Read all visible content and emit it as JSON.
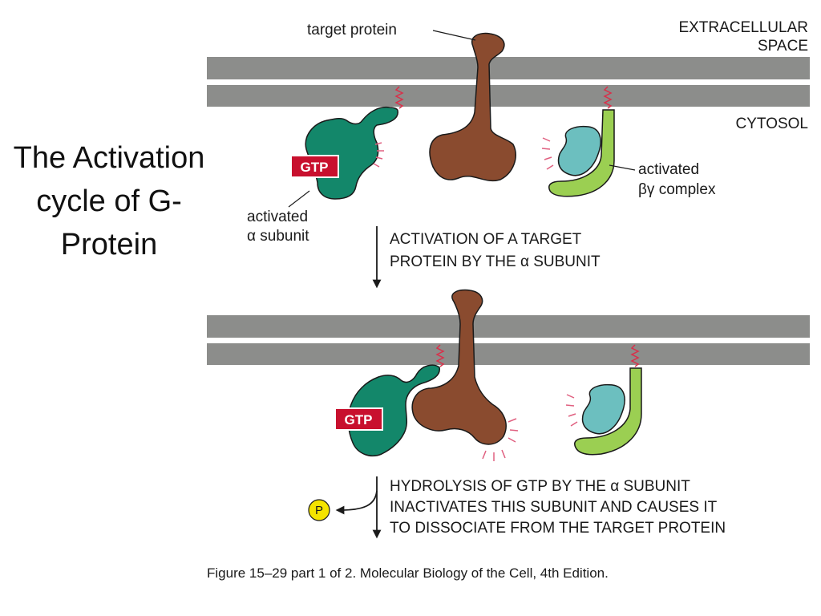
{
  "slide": {
    "title_lines": [
      "The Activation",
      "cycle of G-",
      "Protein"
    ]
  },
  "regions": {
    "extracellular_line1": "EXTRACELLULAR",
    "extracellular_line2": "SPACE",
    "cytosol": "CYTOSOL"
  },
  "labels": {
    "target_protein": "target protein",
    "alpha_subunit_line1": "activated",
    "alpha_subunit_line2": "α subunit",
    "beta_gamma_line1": "activated",
    "beta_gamma_line2": "βγ complex",
    "gtp": "GTP",
    "phosphate": "P"
  },
  "steps": {
    "step1_line1": "ACTIVATION OF A TARGET",
    "step1_line2": "PROTEIN BY THE α SUBUNIT",
    "step2_line1": "HYDROLYSIS OF GTP BY THE α SUBUNIT",
    "step2_line2": "INACTIVATES THIS SUBUNIT AND CAUSES IT",
    "step2_line3": "TO DISSOCIATE FROM THE TARGET PROTEIN"
  },
  "caption": "Figure 15–29 part 1 of 2. Molecular Biology of the Cell, 4th Edition.",
  "colors": {
    "membrane": "#8c8d8b",
    "alpha_subunit": "#13876a",
    "target_protein": "#8a4b2f",
    "beta_subunit": "#6cbfbf",
    "gamma_subunit": "#9bcf52",
    "gtp_box": "#c8102e",
    "phosphate": "#f5e400",
    "lipid_anchor": "#d9304a"
  }
}
